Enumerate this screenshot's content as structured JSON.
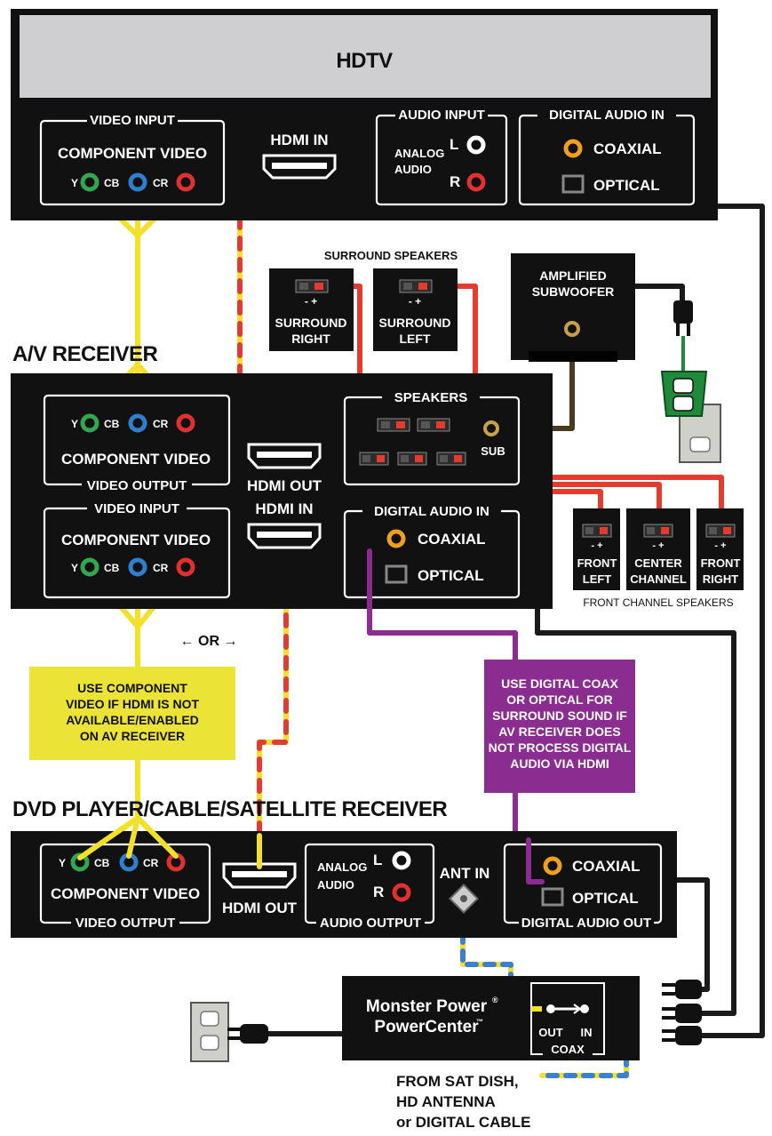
{
  "hdtv": {
    "title": "HDTV",
    "video_input": "VIDEO INPUT",
    "component_video": "COMPONENT VIDEO",
    "y": "Y",
    "cb": "CB",
    "cr": "CR",
    "hdmi_in": "HDMI IN",
    "audio_input": "AUDIO INPUT",
    "analog": "ANALOG",
    "audio": "AUDIO",
    "l": "L",
    "r": "R",
    "digital_audio_in": "DIGITAL AUDIO IN",
    "coaxial": "COAXIAL",
    "optical": "OPTICAL"
  },
  "surround": {
    "heading": "SURROUND SPEAKERS",
    "right_1": "SURROUND",
    "right_2": "RIGHT",
    "left_1": "SURROUND",
    "left_2": "LEFT",
    "polarity": "-  +"
  },
  "subwoofer": {
    "line1": "AMPLIFIED",
    "line2": "SUBWOOFER"
  },
  "receiver": {
    "title": "A/V RECEIVER",
    "component_video": "COMPONENT VIDEO",
    "video_output": "VIDEO OUTPUT",
    "video_input": "VIDEO INPUT",
    "y": "Y",
    "cb": "CB",
    "cr": "CR",
    "hdmi_out": "HDMI OUT",
    "hdmi_in": "HDMI IN",
    "speakers": "SPEAKERS",
    "sub": "SUB",
    "digital_audio_in": "DIGITAL AUDIO IN",
    "coaxial": "COAXIAL",
    "optical": "OPTICAL"
  },
  "front": {
    "left_1": "FRONT",
    "left_2": "LEFT",
    "center_1": "CENTER",
    "center_2": "CHANNEL",
    "right_1": "FRONT",
    "right_2": "RIGHT",
    "caption": "FRONT CHANNEL SPEAKERS"
  },
  "or_label": "← OR →",
  "notes": {
    "yellow": [
      "USE COMPONENT",
      "VIDEO IF HDMI IS NOT",
      "AVAILABLE/ENABLED",
      "ON AV RECEIVER"
    ],
    "purple": [
      "USE DIGITAL COAX",
      "OR OPTICAL FOR",
      "SURROUND SOUND IF",
      "AV RECEIVER DOES",
      "NOT PROCESS DIGITAL",
      "AUDIO VIA HDMI"
    ]
  },
  "dvd": {
    "title": "DVD PLAYER/CABLE/SATELLITE RECEIVER",
    "y": "Y",
    "cb": "CB",
    "cr": "CR",
    "component_video": "COMPONENT VIDEO",
    "video_output": "VIDEO OUTPUT",
    "hdmi_out": "HDMI OUT",
    "analog": "ANALOG",
    "audio": "AUDIO",
    "l": "L",
    "r": "R",
    "audio_output": "AUDIO OUTPUT",
    "ant_in": "ANT IN",
    "coaxial": "COAXIAL",
    "optical": "OPTICAL",
    "digital_audio_out": "DIGITAL AUDIO OUT"
  },
  "power": {
    "line1": "Monster Power",
    "reg": "®",
    "line2": "PowerCenter",
    "tm": "™",
    "out": "OUT",
    "in": "IN",
    "coax": "COAX"
  },
  "source": {
    "line1": "FROM SAT DISH,",
    "line2": "HD ANTENNA",
    "line3": "or DIGITAL CABLE"
  },
  "colors": {
    "panel": "#111111",
    "screen": "#cfcfd1",
    "wire_yellow": "#f2e02a",
    "wire_red": "#e43b2e",
    "wire_purple": "#8b2c91",
    "wire_brown": "#4a3a20",
    "wire_black": "#1a1a1a",
    "jack_green": "#2fa84f",
    "jack_blue": "#2f7fd0",
    "jack_red": "#e03030",
    "jack_orange": "#f0a020",
    "note_yellow": "#ece337",
    "note_purple": "#8b2c91",
    "outlet": "#cfd0c9",
    "outlet_green": "#1f8a3a"
  }
}
